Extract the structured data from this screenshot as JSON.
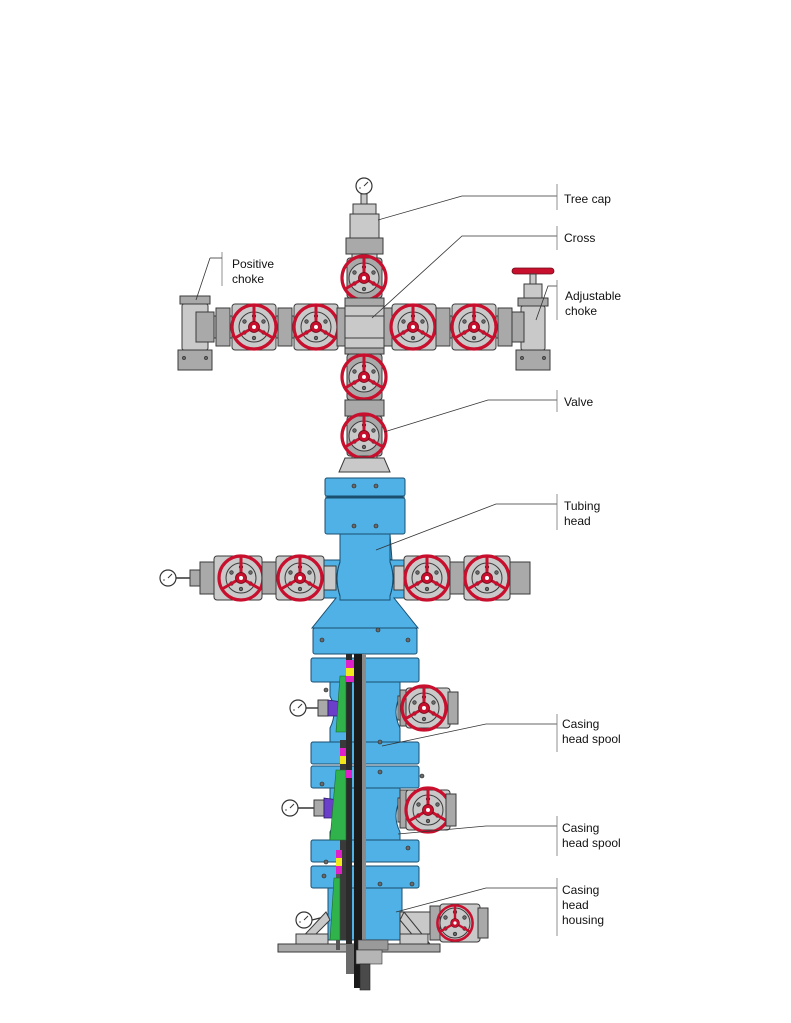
{
  "labels": {
    "tree_cap": "Tree cap",
    "cross": "Cross",
    "positive_choke": [
      "Positive",
      "choke"
    ],
    "adjustable_choke": [
      "Adjustable",
      "choke"
    ],
    "valve": "Valve",
    "tubing_head": [
      "Tubing",
      "head"
    ],
    "casing_head_spool_1": [
      "Casing",
      "head spool"
    ],
    "casing_head_spool_2": [
      "Casing",
      "head spool"
    ],
    "casing_head_housing": [
      "Casing",
      "head",
      "housing"
    ]
  },
  "colors": {
    "tree_grey": "#c9c9c9",
    "wellhead_blue": "#4fb1e6",
    "handwheel_red": "#c8102e",
    "seal_magenta": "#e020c8",
    "seal_yellow": "#f2e81c",
    "seal_green": "#2fb34a"
  },
  "icons": {
    "handwheel": "handwheel-icon",
    "gauge": "pressure-gauge-icon"
  }
}
